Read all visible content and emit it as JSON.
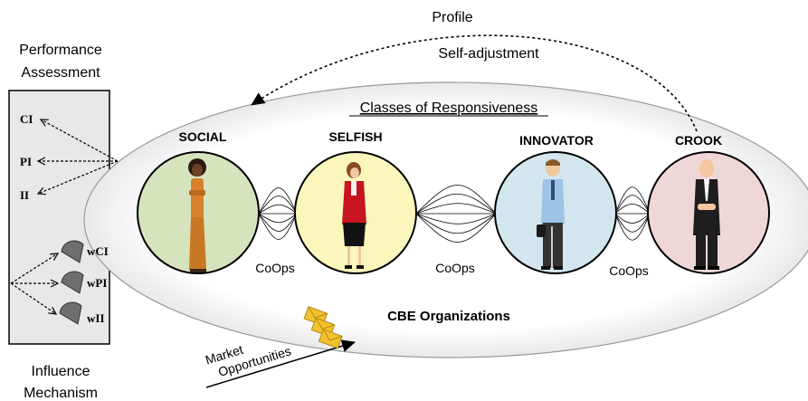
{
  "left_panel": {
    "top_label_line1": "Performance",
    "top_label_line2": "Assessment",
    "bottom_label_line1": "Influence",
    "bottom_label_line2": "Mechanism",
    "indicators": [
      "CI",
      "PI",
      "II"
    ],
    "weights": [
      "wCI",
      "wPI",
      "wII"
    ]
  },
  "feedback": {
    "profile": "Profile",
    "self_adjustment": "Self-adjustment"
  },
  "ellipse": {
    "title": "Classes of Responsiveness",
    "footer": "CBE Organizations"
  },
  "classes": [
    {
      "label": "SOCIAL",
      "fill": "#d6e4be"
    },
    {
      "label": "SELFISH",
      "fill": "#fbf7bc"
    },
    {
      "label": "INNOVATOR",
      "fill": "#d3e6f0"
    },
    {
      "label": "CROOK",
      "fill": "#f0d7d7"
    }
  ],
  "links": [
    "CoOps",
    "CoOps",
    "CoOps"
  ],
  "market": {
    "line1": "Market",
    "line2": "Opportunities",
    "icon": "envelopes-icon"
  }
}
